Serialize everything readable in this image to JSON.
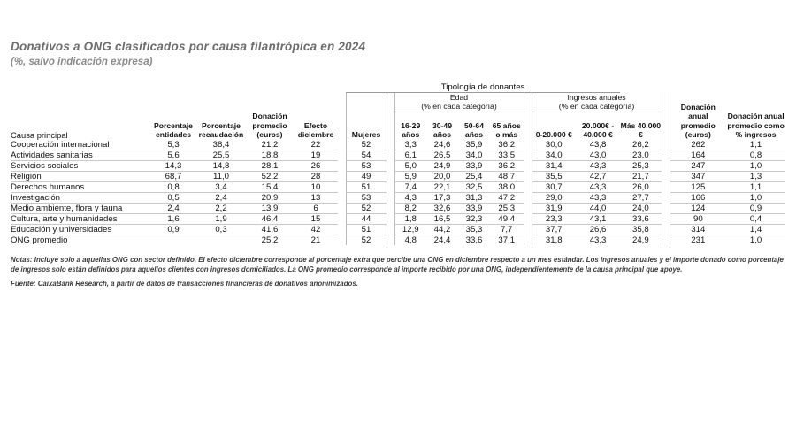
{
  "header": {
    "title": "Donativos a ONG clasificados por causa filantrópica en 2024",
    "subtitle": "(%, salvo indicación expresa)"
  },
  "table": {
    "group_typology": "Tipología de donantes",
    "group_edad": "Edad",
    "group_edad_sub": "(% en cada categoría)",
    "group_ingresos": "Ingresos anuales",
    "group_ingresos_sub": "(% en cada categoría)",
    "columns": {
      "causa": "Causa principal",
      "pct_entidades": "Porcentaje entidades",
      "pct_recaudacion": "Porcentaje recaudación",
      "donacion_promedio": "Donación promedio (euros)",
      "efecto_diciembre": "Efecto diciembre",
      "mujeres": "Mujeres",
      "edad_16_29": "16-29 años",
      "edad_30_49": "30-49 años",
      "edad_50_64": "50-64 años",
      "edad_65": "65 años o más",
      "ing_0_20": "0-20.000 €",
      "ing_20_40": "20.000€ - 40.000 €",
      "ing_mas_40": "Más 40.000 €",
      "don_anual_promedio": "Donación anual promedio (euros)",
      "don_anual_pct": "Donación anual promedio como % ingresos"
    },
    "rows": [
      {
        "causa": "Cooperación internacional",
        "pct_entidades": "5,3",
        "pct_recaudacion": "38,4",
        "donacion_promedio": "21,2",
        "efecto_diciembre": "22",
        "mujeres": "52",
        "edad_16_29": "3,3",
        "edad_30_49": "24,6",
        "edad_50_64": "35,9",
        "edad_65": "36,2",
        "ing_0_20": "30,0",
        "ing_20_40": "43,8",
        "ing_mas_40": "26,2",
        "don_anual_promedio": "262",
        "don_anual_pct": "1,1"
      },
      {
        "causa": "Actividades sanitarias",
        "pct_entidades": "5,6",
        "pct_recaudacion": "25,5",
        "donacion_promedio": "18,8",
        "efecto_diciembre": "19",
        "mujeres": "54",
        "edad_16_29": "6,1",
        "edad_30_49": "26,5",
        "edad_50_64": "34,0",
        "edad_65": "33,5",
        "ing_0_20": "34,0",
        "ing_20_40": "43,0",
        "ing_mas_40": "23,0",
        "don_anual_promedio": "164",
        "don_anual_pct": "0,8"
      },
      {
        "causa": "Servicios sociales",
        "pct_entidades": "14,3",
        "pct_recaudacion": "14,8",
        "donacion_promedio": "28,1",
        "efecto_diciembre": "26",
        "mujeres": "53",
        "edad_16_29": "5,0",
        "edad_30_49": "24,9",
        "edad_50_64": "33,9",
        "edad_65": "36,2",
        "ing_0_20": "31,4",
        "ing_20_40": "43,3",
        "ing_mas_40": "25,3",
        "don_anual_promedio": "247",
        "don_anual_pct": "1,0"
      },
      {
        "causa": "Religión",
        "pct_entidades": "68,7",
        "pct_recaudacion": "11,0",
        "donacion_promedio": "52,2",
        "efecto_diciembre": "28",
        "mujeres": "49",
        "edad_16_29": "5,9",
        "edad_30_49": "20,0",
        "edad_50_64": "25,4",
        "edad_65": "48,7",
        "ing_0_20": "35,5",
        "ing_20_40": "42,7",
        "ing_mas_40": "21,7",
        "don_anual_promedio": "347",
        "don_anual_pct": "1,3"
      },
      {
        "causa": "Derechos humanos",
        "pct_entidades": "0,8",
        "pct_recaudacion": "3,4",
        "donacion_promedio": "15,4",
        "efecto_diciembre": "10",
        "mujeres": "51",
        "edad_16_29": "7,4",
        "edad_30_49": "22,1",
        "edad_50_64": "32,5",
        "edad_65": "38,0",
        "ing_0_20": "30,7",
        "ing_20_40": "43,3",
        "ing_mas_40": "26,0",
        "don_anual_promedio": "125",
        "don_anual_pct": "1,1"
      },
      {
        "causa": "Investigación",
        "pct_entidades": "0,5",
        "pct_recaudacion": "2,4",
        "donacion_promedio": "20,9",
        "efecto_diciembre": "13",
        "mujeres": "53",
        "edad_16_29": "4,3",
        "edad_30_49": "17,3",
        "edad_50_64": "31,3",
        "edad_65": "47,2",
        "ing_0_20": "29,0",
        "ing_20_40": "43,3",
        "ing_mas_40": "27,7",
        "don_anual_promedio": "166",
        "don_anual_pct": "1,0"
      },
      {
        "causa": "Medio ambiente, flora y fauna",
        "pct_entidades": "2,4",
        "pct_recaudacion": "2,2",
        "donacion_promedio": "13,9",
        "efecto_diciembre": "6",
        "mujeres": "52",
        "edad_16_29": "8,2",
        "edad_30_49": "32,6",
        "edad_50_64": "33,9",
        "edad_65": "25,3",
        "ing_0_20": "31,9",
        "ing_20_40": "44,0",
        "ing_mas_40": "24,0",
        "don_anual_promedio": "124",
        "don_anual_pct": "0,9"
      },
      {
        "causa": "Cultura, arte y humanidades",
        "pct_entidades": "1,6",
        "pct_recaudacion": "1,9",
        "donacion_promedio": "46,4",
        "efecto_diciembre": "15",
        "mujeres": "44",
        "edad_16_29": "1,8",
        "edad_30_49": "16,5",
        "edad_50_64": "32,3",
        "edad_65": "49,4",
        "ing_0_20": "23,3",
        "ing_20_40": "43,1",
        "ing_mas_40": "33,6",
        "don_anual_promedio": "90",
        "don_anual_pct": "0,4"
      },
      {
        "causa": "Educación y universidades",
        "pct_entidades": "0,9",
        "pct_recaudacion": "0,3",
        "donacion_promedio": "41,6",
        "efecto_diciembre": "42",
        "mujeres": "51",
        "edad_16_29": "12,9",
        "edad_30_49": "44,2",
        "edad_50_64": "35,3",
        "edad_65": "7,7",
        "ing_0_20": "37,7",
        "ing_20_40": "26,6",
        "ing_mas_40": "35,8",
        "don_anual_promedio": "314",
        "don_anual_pct": "1,4"
      },
      {
        "causa": "ONG promedio",
        "pct_entidades": "",
        "pct_recaudacion": "",
        "donacion_promedio": "25,2",
        "efecto_diciembre": "21",
        "mujeres": "52",
        "edad_16_29": "4,8",
        "edad_30_49": "24,4",
        "edad_50_64": "33,6",
        "edad_65": "37,1",
        "ing_0_20": "31,8",
        "ing_20_40": "43,3",
        "ing_mas_40": "24,9",
        "don_anual_promedio": "231",
        "don_anual_pct": "1,0"
      }
    ]
  },
  "footer": {
    "notes_label": "Notas:",
    "notes_text": "Incluye solo a aquellas ONG con sector definido. El efecto diciembre corresponde al porcentaje extra que percibe una ONG en diciembre respecto a un mes estándar. Los ingresos anuales y el importe donado como porcentaje de ingresos solo están definidos para aquellos clientes con ingresos domiciliados. La ONG promedio corresponde al importe recibido por una ONG, independientemente de la causa principal que apoye.",
    "source_label": "Fuente:",
    "source_text": "CaixaBank Research, a partir de datos de transacciones financieras de donativos anonimizados."
  },
  "colors": {
    "title": "#6d6d6d",
    "subtitle": "#8a8a8a",
    "text": "#111111",
    "rule": "#c9c9c9"
  }
}
